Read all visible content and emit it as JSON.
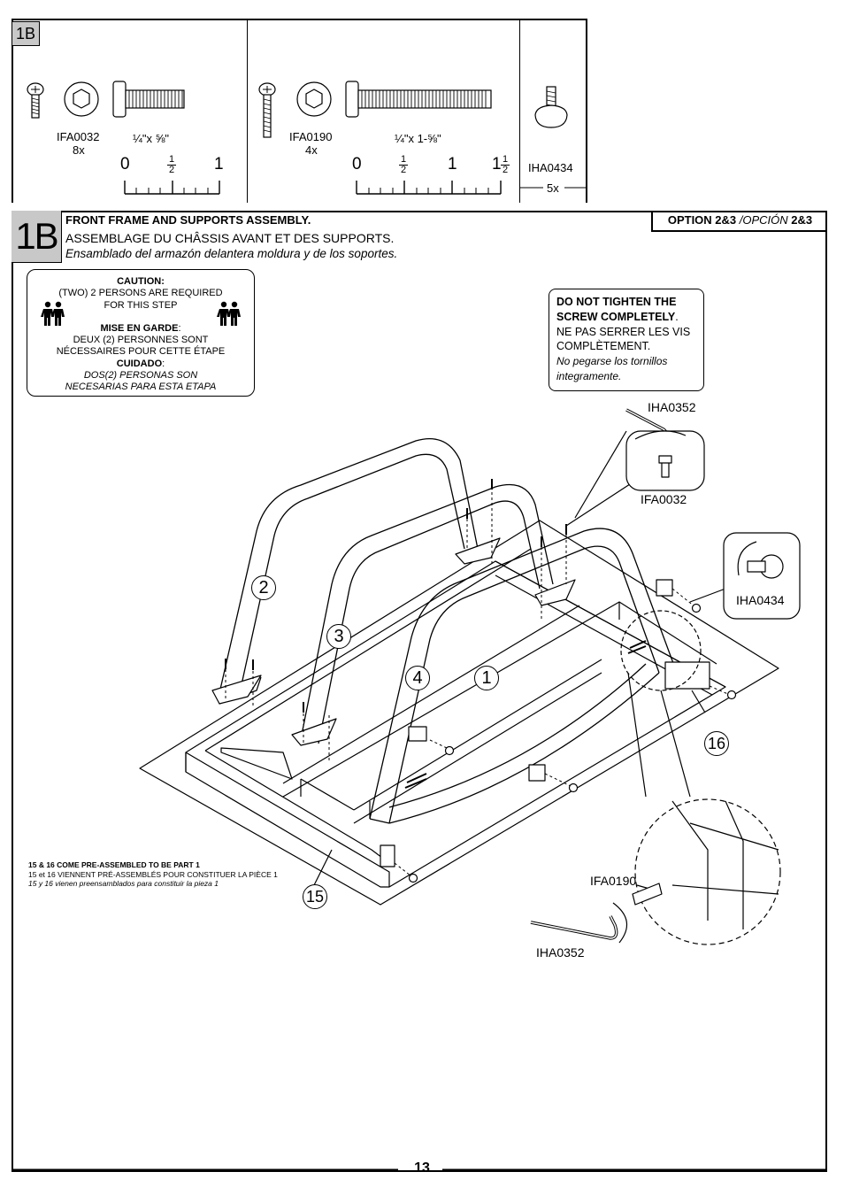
{
  "hardware": {
    "step": "1B",
    "items": [
      {
        "code": "IFA0032",
        "qty": "8x",
        "size": "¼\"x ⅝\"",
        "ruler": {
          "l0": "0",
          "lhalf_n": "1",
          "lhalf_d": "2",
          "l1": "1"
        }
      },
      {
        "code": "IFA0190",
        "qty": "4x",
        "size": "¼\"x 1-⅝\"",
        "ruler": {
          "l0": "0",
          "lhalf_n": "1",
          "lhalf_d": "2",
          "l1": "1",
          "l15": "1",
          "l15_n": "1",
          "l15_d": "2"
        }
      },
      {
        "code": "IHA0434",
        "qty": "5x"
      }
    ]
  },
  "step": {
    "number": "1B",
    "title_en": "FRONT FRAME AND SUPPORTS ASSEMBLY.",
    "title_fr": "ASSEMBLAGE DU CHÂSSIS AVANT ET DES SUPPORTS.",
    "title_es": "Ensamblado del armazón delantera moldura y de los soportes.",
    "option_bold": "OPTION 2&3 ",
    "option_italic": "/OPCIÓN ",
    "option_end": "2&3"
  },
  "caution": {
    "h_en": "CAUTION:",
    "l1": "(TWO) 2 PERSONS ARE REQUIRED",
    "l2": "FOR THIS STEP",
    "h_fr": "MISE EN GARDE",
    "h_fr_colon": ":",
    "l3": "DEUX (2) PERSONNES SONT",
    "l4": "NÉCESSAIRES POUR CETTE ÉTAPE",
    "h_es": "CUIDADO",
    "h_es_colon": ":",
    "l5": "DOS(2) PERSONAS SON",
    "l6": "NECESARIAS PARA ESTA ETAPA"
  },
  "note": {
    "b1": "DO NOT TIGHTEN THE",
    "b2": "SCREW COMPLETELY",
    "b2_end": ".",
    "fr1": "NE PAS SERRER LES VIS",
    "fr2": "COMPLÈTEMENT.",
    "es1": "No pegarse los tornillos",
    "es2": "integramente."
  },
  "labels": {
    "hex_key_top": "IHA0352",
    "screw_top": "IFA0032",
    "cap_right": "IHA0434",
    "bolt_bottom": "IFA0190",
    "hex_key_bottom": "IHA0352"
  },
  "parts": {
    "p1": "1",
    "p2": "2",
    "p3": "3",
    "p4": "4",
    "p15": "15",
    "p16": "16"
  },
  "preassembled": {
    "en": "15 & 16 COME PRE-ASSEMBLED TO BE PART 1",
    "fr": "15 et 16 VIENNENT PRÉ-ASSEMBLÉS POUR CONSTITUER LA PIÈCE 1",
    "es": "15 y 16 vienen preensamblados para constituir la pieza 1"
  },
  "page_number": "13"
}
